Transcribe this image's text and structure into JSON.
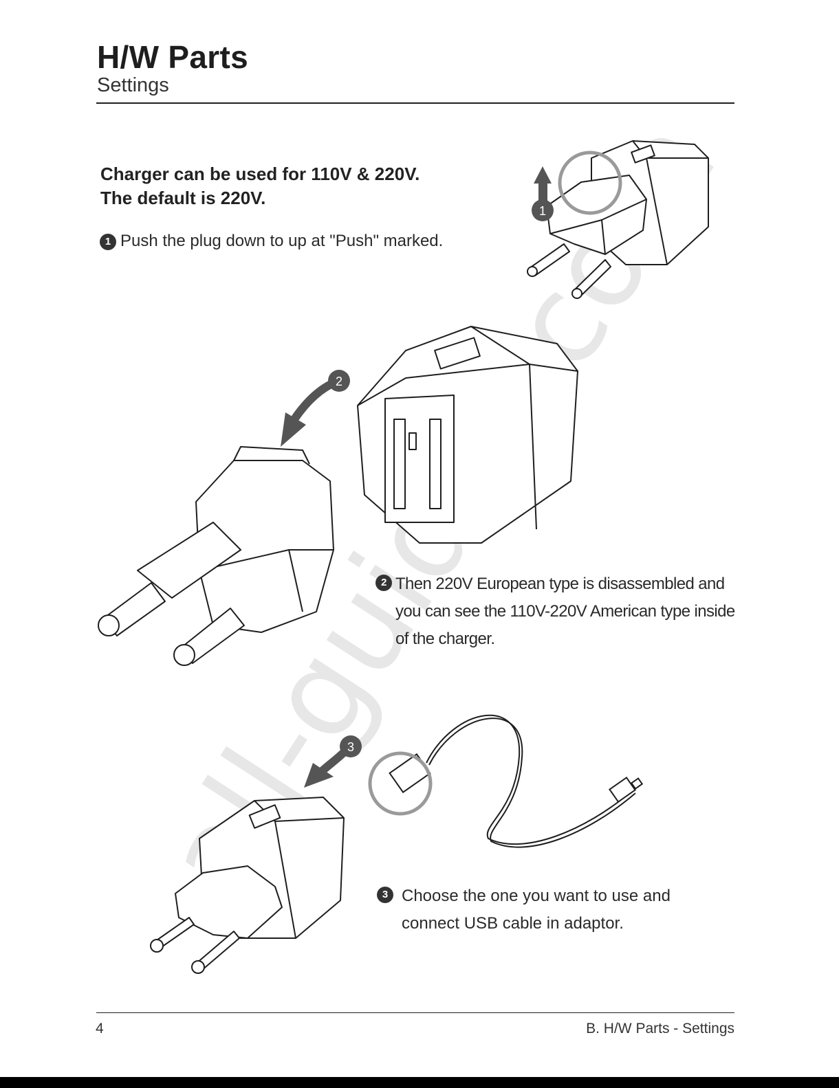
{
  "page": {
    "title": "H/W Parts",
    "subtitle": "Settings"
  },
  "intro": {
    "line1": "Charger can be used for 110V & 220V.",
    "line2": "The default is 220V."
  },
  "steps": [
    {
      "number": "1",
      "lines": [
        "Push the plug down to up at \"Push\" marked."
      ]
    },
    {
      "number": "2",
      "lines": [
        "Then 220V European type is disassembled and",
        "you can see the 110V-220V American type inside",
        "of the charger."
      ]
    },
    {
      "number": "3",
      "lines": [
        "Choose the one you want to use and",
        "connect USB cable in adaptor."
      ]
    }
  ],
  "illustration_badges": [
    "1",
    "2",
    "3"
  ],
  "footer": {
    "page_number": "4",
    "section": "B. H/W Parts - Settings"
  },
  "watermark": "all-guides.com",
  "colors": {
    "text": "#1e1e1e",
    "badge": "#555555",
    "highlight_ring": "#9a9a9a",
    "watermark": "#e3e3e3"
  },
  "icons": [
    "arrow-up-icon",
    "arrow-down-left-icon",
    "highlight-ring-icon",
    "charger-icon",
    "usb-cable-icon",
    "eu-plug-icon",
    "us-plug-icon"
  ]
}
